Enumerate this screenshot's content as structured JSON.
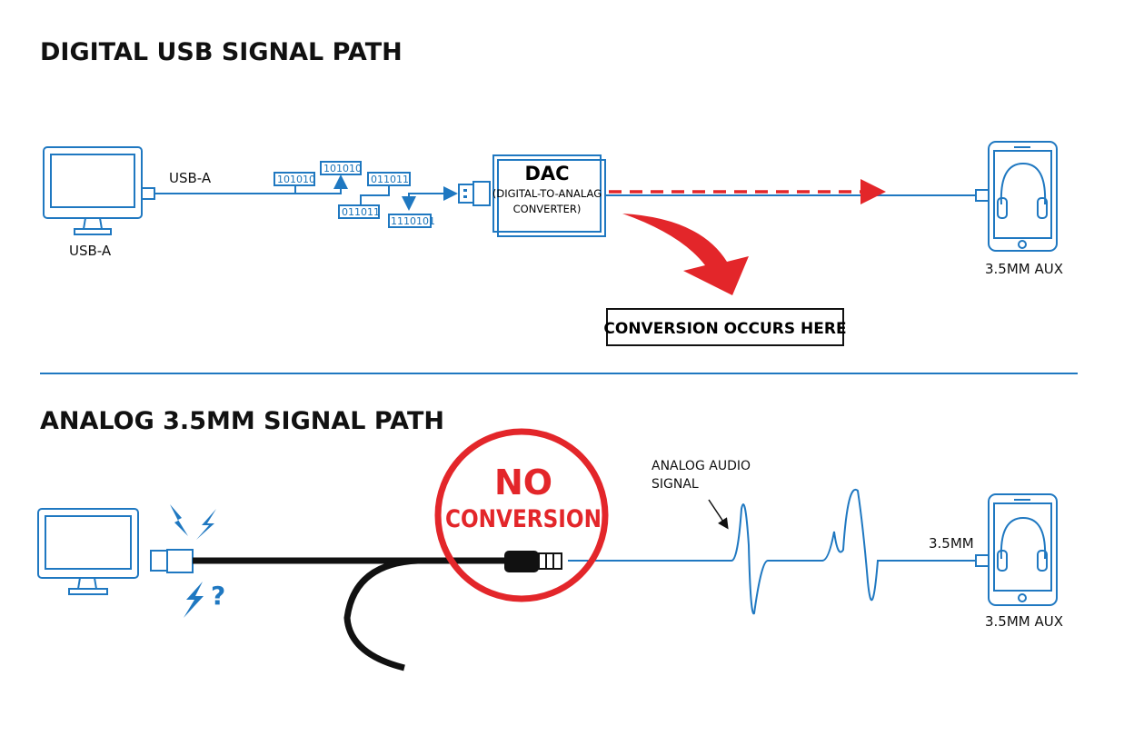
{
  "colors": {
    "accent": "#1f78c1",
    "alert": "#e3262a",
    "text": "#111111"
  },
  "digital": {
    "title": "DIGITAL USB SIGNAL PATH",
    "usb_label_top": "USB-A",
    "usb_label_bottom": "USB-A",
    "binary": [
      "101010",
      "101010",
      "011011",
      "011011",
      "1110101"
    ],
    "dac_title": "DAC",
    "dac_line1": "(DIGITAL-TO-ANALAG",
    "dac_line2": "CONVERTER)",
    "output_label": "3.5MM AUX",
    "callout": "CONVERSION OCCURS HERE"
  },
  "analog": {
    "title": "ANALOG 3.5MM SIGNAL PATH",
    "question_mark": "?",
    "stamp_line1": "NO",
    "stamp_line2": "CONVERSION",
    "signal_label_line1": "ANALOG AUDIO",
    "signal_label_line2": "SIGNAL",
    "jack_label": "3.5MM",
    "output_label": "3.5MM AUX"
  }
}
